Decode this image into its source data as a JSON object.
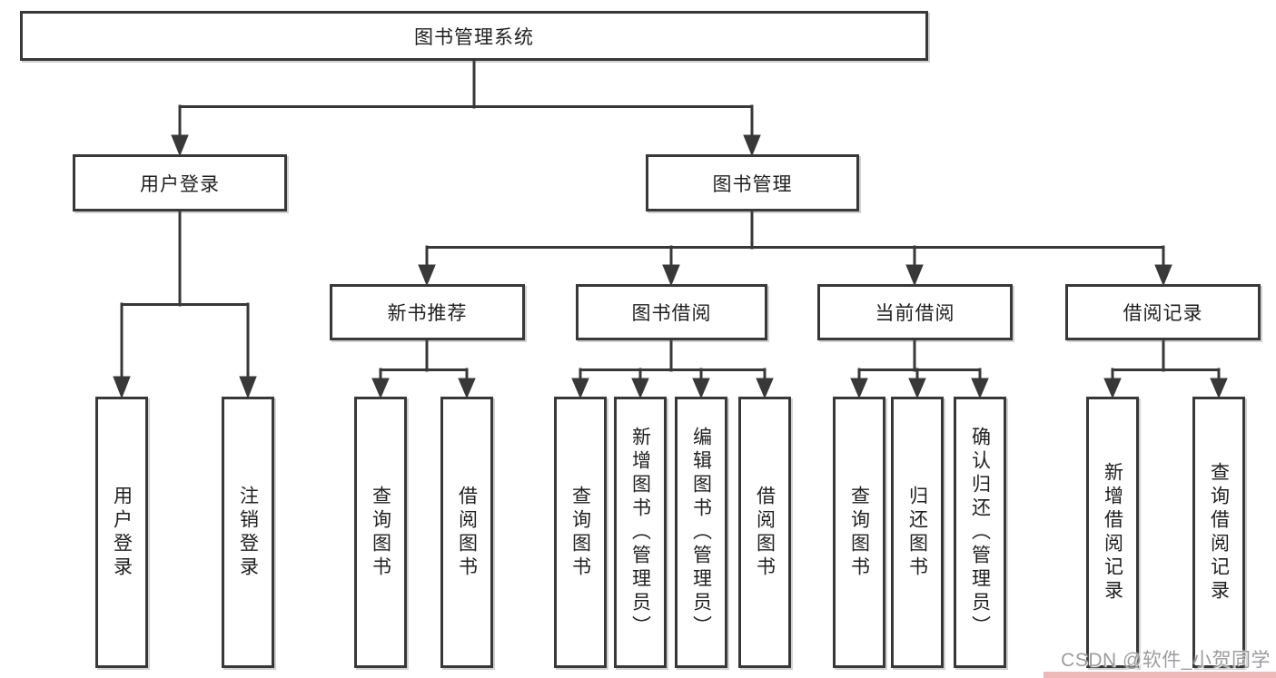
{
  "diagram": {
    "type": "tree",
    "root": {
      "label": "图书管理系统"
    },
    "level2": [
      {
        "label": "用户登录",
        "parent": "图书管理系统"
      },
      {
        "label": "图书管理",
        "parent": "图书管理系统"
      }
    ],
    "level3": [
      {
        "label": "新书推荐",
        "parent": "图书管理"
      },
      {
        "label": "图书借阅",
        "parent": "图书管理"
      },
      {
        "label": "当前借阅",
        "parent": "图书管理"
      },
      {
        "label": "借阅记录",
        "parent": "图书管理"
      }
    ],
    "leaves": [
      {
        "label": "用户登录",
        "parent": "用户登录"
      },
      {
        "label": "注销登录",
        "parent": "用户登录"
      },
      {
        "label": "查询图书",
        "parent": "新书推荐"
      },
      {
        "label": "借阅图书",
        "parent": "新书推荐"
      },
      {
        "label": "查询图书",
        "parent": "图书借阅"
      },
      {
        "label": "新增图书（管理员）",
        "parent": "图书借阅"
      },
      {
        "label": "编辑图书（管理员）",
        "parent": "图书借阅"
      },
      {
        "label": "借阅图书",
        "parent": "图书借阅"
      },
      {
        "label": "查询图书",
        "parent": "当前借阅"
      },
      {
        "label": "归还图书",
        "parent": "当前借阅"
      },
      {
        "label": "确认归还（管理员）",
        "parent": "当前借阅"
      },
      {
        "label": "新增借阅记录",
        "parent": "借阅记录"
      },
      {
        "label": "查询借阅记录",
        "parent": "借阅记录"
      }
    ]
  },
  "watermark": {
    "text": "CSDN @软件_小贺同学"
  },
  "colors": {
    "background": "#ffffff",
    "line": "#383838",
    "box_border": "#383838",
    "text": "#1f1f1f",
    "watermark_text": "#9c9c9c",
    "watermark_strip": "#efb9b9"
  }
}
